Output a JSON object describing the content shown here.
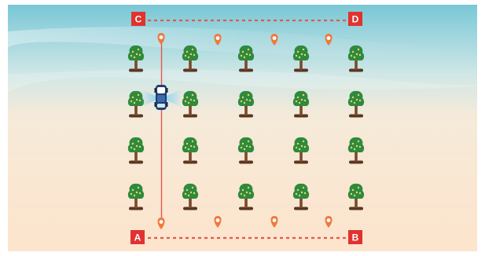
{
  "corners": {
    "c": "C",
    "d": "D",
    "a": "A",
    "b": "B"
  },
  "layout": {
    "tree_rows": 4,
    "tree_cols": 5,
    "top_markers": 4,
    "bottom_markers": 4
  },
  "icons": {
    "tree": "tree-icon",
    "marker": "location-pin-icon",
    "robot": "robot-vehicle-icon"
  },
  "colors": {
    "accent_red": "#e0322f",
    "marker_orange": "#ee7a3c",
    "route_red": "#e4574b",
    "tree_green": "#2e8a3f",
    "tree_trunk": "#7a4a2b",
    "soil": "#5a3621",
    "sky_blue": "#8fd1de",
    "ground_peach": "#fbe0c7",
    "sensor_blue": "#9fd3ea"
  }
}
